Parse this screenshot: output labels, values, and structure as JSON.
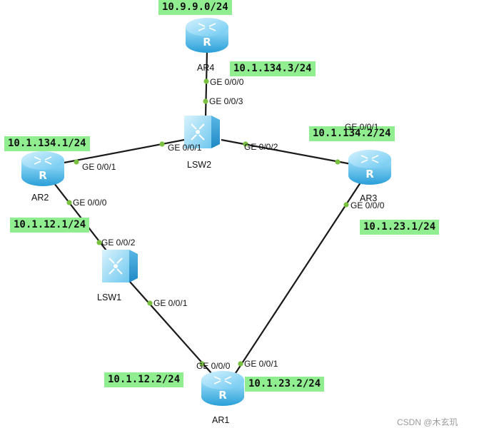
{
  "colors": {
    "link": "#1a1a1a",
    "port_dot": "#7ac142",
    "router_light": "#7fd3f7",
    "router_dark": "#2a9fd8",
    "switch_light": "#b8e6fb",
    "switch_dark": "#3fa9e0",
    "label_bg": "#90ee90"
  },
  "devices": {
    "ar4": {
      "name": "AR4",
      "type": "router",
      "icon": "router-icon"
    },
    "lsw2": {
      "name": "LSW2",
      "type": "switch",
      "icon": "switch-icon"
    },
    "ar2": {
      "name": "AR2",
      "type": "router",
      "icon": "router-icon"
    },
    "ar3": {
      "name": "AR3",
      "type": "router",
      "icon": "router-icon"
    },
    "lsw1": {
      "name": "LSW1",
      "type": "switch",
      "icon": "switch-icon"
    },
    "ar1": {
      "name": "AR1",
      "type": "router",
      "icon": "router-icon"
    }
  },
  "networks": {
    "ar4_net": "10.9.9.0/24",
    "ar4_lsw2": "10.1.134.3/24",
    "ar2_lsw2": "10.1.134.1/24",
    "ar3_lsw2": "10.1.134.2/24",
    "ar2_lsw1": "10.1.12.1/24",
    "ar3_ar1": "10.1.23.1/24",
    "ar1_lsw1": "10.1.12.2/24",
    "ar1_ar3": "10.1.23.2/24"
  },
  "ports": {
    "ar4_ge000": "GE 0/0/0",
    "lsw2_ge003": "GE 0/0/3",
    "ar2_ge001": "GE 0/0/1",
    "lsw2_ge001": "GE 0/0/1",
    "lsw2_ge002": "GE 0/0/2",
    "ar3_ge001": "GE 0/0/1",
    "ar2_ge000": "GE 0/0/0",
    "lsw1_ge002": "GE 0/0/2",
    "ar3_ge000": "GE 0/0/0",
    "lsw1_ge001": "GE 0/0/1",
    "ar1_ge000": "GE 0/0/0",
    "ar1_ge001": "GE 0/0/1"
  },
  "watermark": "CSDN @木玄玑"
}
